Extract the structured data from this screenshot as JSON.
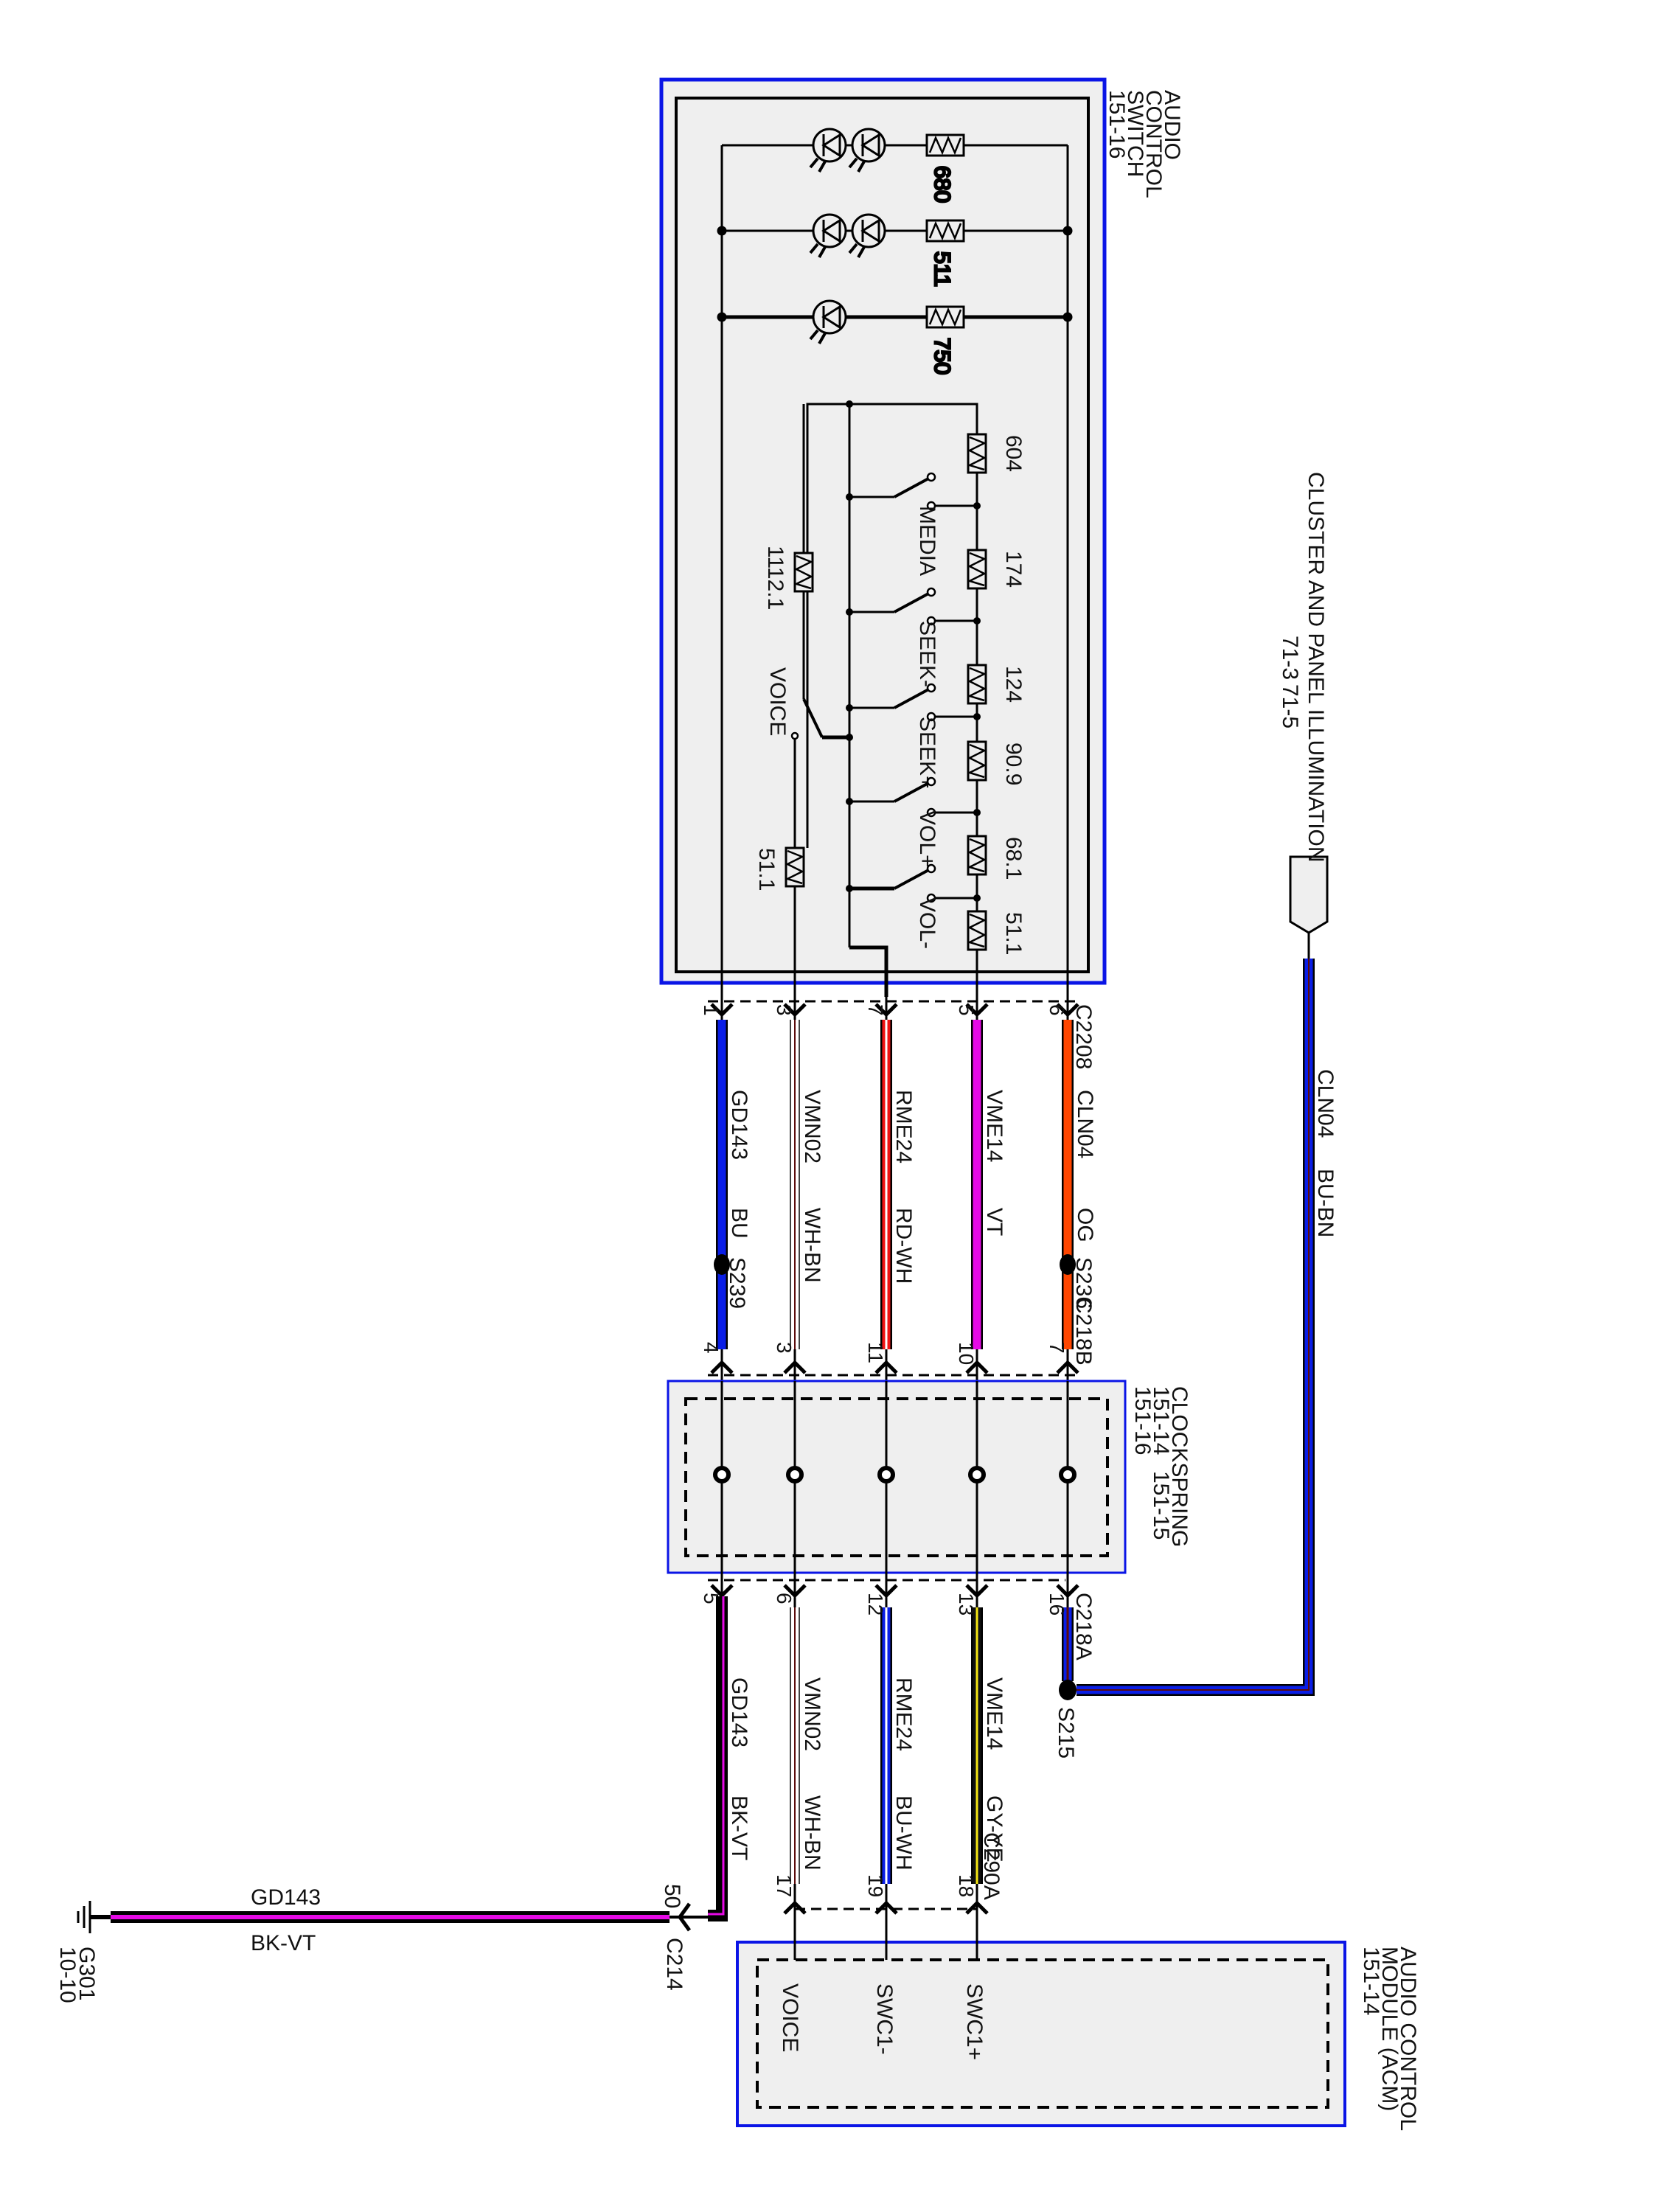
{
  "diagram": {
    "components": {
      "audio_control_switch": {
        "name_lines": [
          "AUDIO",
          "CONTROL",
          "SWITCH"
        ],
        "ref": "151-16"
      },
      "clockspring": {
        "name": "CLOCKSPRING",
        "refs": [
          "151-14",
          "151-15",
          "151-16"
        ]
      },
      "acm": {
        "name_lines": [
          "AUDIO CONTROL",
          "MODULE (ACM)"
        ],
        "ref": "151-14",
        "pins": [
          "VOICE",
          "SWC1-",
          "SWC1+"
        ]
      },
      "cluster": {
        "name": "CLUSTER AND PANEL ILLUMINATION",
        "refs": [
          "71-3",
          "71-5"
        ]
      },
      "ground": {
        "id": "G301",
        "ref": "10-10"
      }
    },
    "illumination": [
      {
        "resistor": "680",
        "leds": 2
      },
      {
        "resistor": "511",
        "leds": 2
      },
      {
        "resistor": "750",
        "leds": 1
      }
    ],
    "ladder_resistors": [
      "604",
      "174",
      "124",
      "90.9",
      "68.1",
      "51.1"
    ],
    "switches": [
      "MEDIA",
      "SEEK-",
      "SEEK+",
      "VOL+",
      "VOL-"
    ],
    "voice": {
      "label": "VOICE",
      "resistor_top": "1112.1",
      "resistor_bottom": "51.1"
    },
    "connectors": {
      "c2208": "C2208",
      "c218b": "C218B",
      "c218a": "C218A",
      "c290a": "C290A",
      "c214": "C214",
      "c214_pin": "50"
    },
    "splices": {
      "s239": "S239",
      "s236": "S236",
      "s215": "S215"
    },
    "upper_wires": [
      {
        "pin_top": "1",
        "pin_bottom": "4",
        "circuit": "GD143",
        "color_code": "BU",
        "color": "#0a1ee6",
        "stripe": null
      },
      {
        "pin_top": "3",
        "pin_bottom": "3",
        "circuit": "VMN02",
        "color_code": "WH-BN",
        "color": "#ffffff",
        "stripe": "#5a0a0a"
      },
      {
        "pin_top": "7",
        "pin_bottom": "11",
        "circuit": "RME24",
        "color_code": "RD-WH",
        "color": "#f01414",
        "stripe": "#ffffff"
      },
      {
        "pin_top": "5",
        "pin_bottom": "10",
        "circuit": "VME14",
        "color_code": "VT",
        "color": "#e60ae6",
        "stripe": null
      },
      {
        "pin_top": "6",
        "pin_bottom": "7",
        "circuit": "CLN04",
        "color_code": "OG",
        "color": "#ff4600",
        "stripe": null
      }
    ],
    "lower_wires": [
      {
        "pin_top": "5",
        "pin_bottom": "",
        "circuit": "GD143",
        "color_code": "BK-VT",
        "color": "#000000",
        "stripe": "#e60ae6"
      },
      {
        "pin_top": "6",
        "pin_bottom": "17",
        "circuit": "VMN02",
        "color_code": "WH-BN",
        "color": "#ffffff",
        "stripe": "#5a0a0a"
      },
      {
        "pin_top": "12",
        "pin_bottom": "19",
        "circuit": "RME24",
        "color_code": "BU-WH",
        "color": "#0a1ee6",
        "stripe": "#ffffff"
      },
      {
        "pin_top": "13",
        "pin_bottom": "18",
        "circuit": "VME14",
        "color_code": "GY-YE",
        "color": "#111111",
        "stripe": "#f5e614"
      },
      {
        "pin_top": "16",
        "pin_bottom": "",
        "circuit": "",
        "color_code": "",
        "color": "#0a1ee6",
        "stripe": "#5a0a0a"
      }
    ],
    "cluster_wire": {
      "circuit": "CLN04",
      "color_code": "BU-BN",
      "color": "#0a1ee6",
      "stripe": "#5a0a0a"
    },
    "ground_wire": {
      "circuit": "GD143",
      "color_code": "BK-VT",
      "color": "#000000",
      "stripe": "#e60ae6"
    },
    "colors": {
      "module_border": "#0a14e6",
      "module_fill": "#efefef",
      "line": "#000000"
    }
  }
}
